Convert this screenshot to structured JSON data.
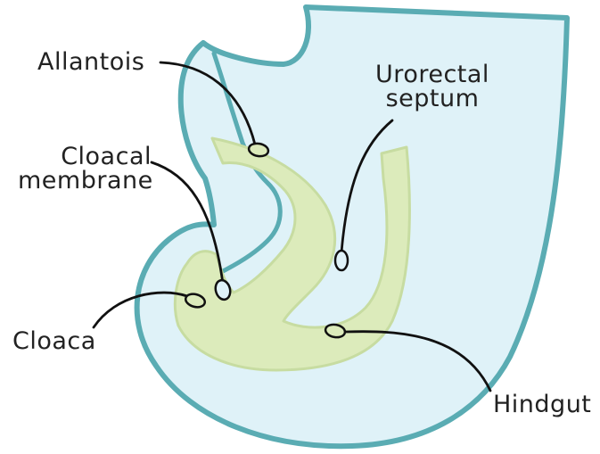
{
  "colors": {
    "background": "#ffffff",
    "embryo_fill": "#dff2f8",
    "embryo_outline": "#5aacb3",
    "gut_fill": "#dcebbb",
    "gut_outline": "#c7dca1",
    "leader_line": "#111111"
  },
  "labels": {
    "allantois": "Allantois",
    "urorectal_septum_line1": "Urorectal",
    "urorectal_septum_line2": "septum",
    "cloacal_membrane_line1": "Cloacal",
    "cloacal_membrane_line2": "membrane",
    "cloaca": "Cloaca",
    "hindgut": "Hindgut"
  }
}
